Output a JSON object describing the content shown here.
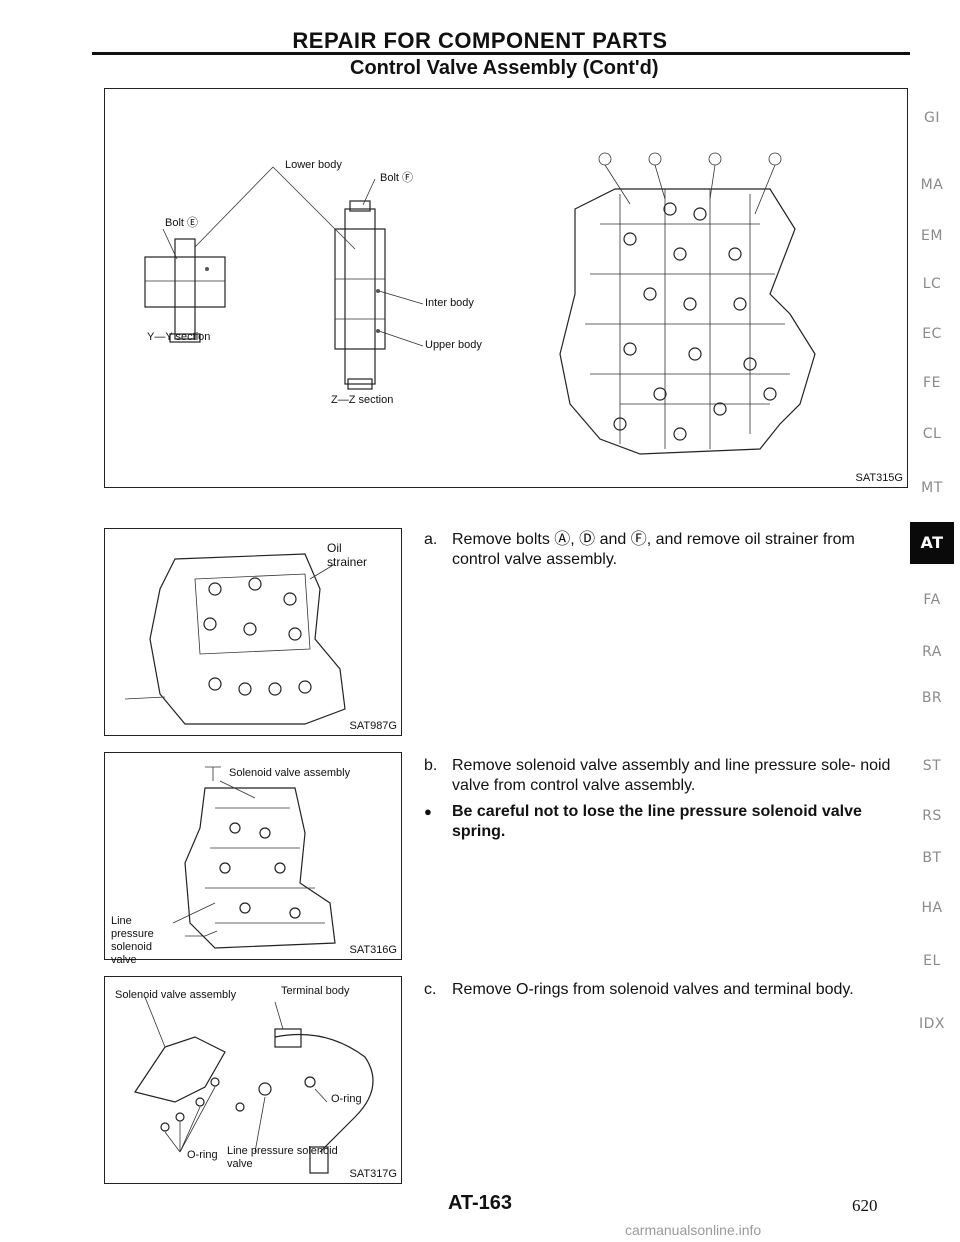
{
  "header": {
    "title": "REPAIR FOR COMPONENT PARTS",
    "subtitle": "Control Valve Assembly (Cont'd)"
  },
  "figure_main": {
    "code": "SAT315G",
    "labels": {
      "lower_body": "Lower body",
      "bolt_f": "Bolt Ⓕ",
      "bolt_e": "Bolt Ⓔ",
      "inter_body": "Inter body",
      "upper_body": "Upper body",
      "yy_section": "Y—Y section",
      "zz_section": "Z—Z section"
    }
  },
  "figure_oil_strainer": {
    "code": "SAT987G",
    "label": "Oil strainer"
  },
  "figure_solenoid_assembly": {
    "code": "SAT316G",
    "label_solenoid": "Solenoid valve assembly",
    "label_line_pressure": "Line pressure solenoid valve"
  },
  "figure_orings": {
    "code": "SAT317G",
    "label_solenoid": "Solenoid valve assembly",
    "label_terminal": "Terminal body",
    "label_oring_right": "O-ring",
    "label_oring_left": "O-ring",
    "label_line_pressure": "Line pressure solenoid valve"
  },
  "steps": [
    {
      "marker": "a.",
      "text": "Remove bolts Ⓐ, Ⓓ and Ⓕ, and remove oil strainer from control valve assembly."
    },
    {
      "marker": "b.",
      "text": "Remove solenoid valve assembly and line pressure sole- noid valve from control valve assembly."
    },
    {
      "marker": "●",
      "text": "Be careful not to lose the line pressure solenoid valve spring."
    },
    {
      "marker": "c.",
      "text": "Remove O-rings from solenoid valves and terminal body."
    }
  ],
  "side_tabs": [
    "GI",
    "MA",
    "EM",
    "LC",
    "EC",
    "FE",
    "CL",
    "MT",
    "AT",
    "FA",
    "RA",
    "BR",
    "ST",
    "RS",
    "BT",
    "HA",
    "EL",
    "IDX"
  ],
  "active_tab": "AT",
  "footer": {
    "page_code": "AT-163",
    "page_number": "620",
    "watermark": "carmanualsonline.info"
  }
}
